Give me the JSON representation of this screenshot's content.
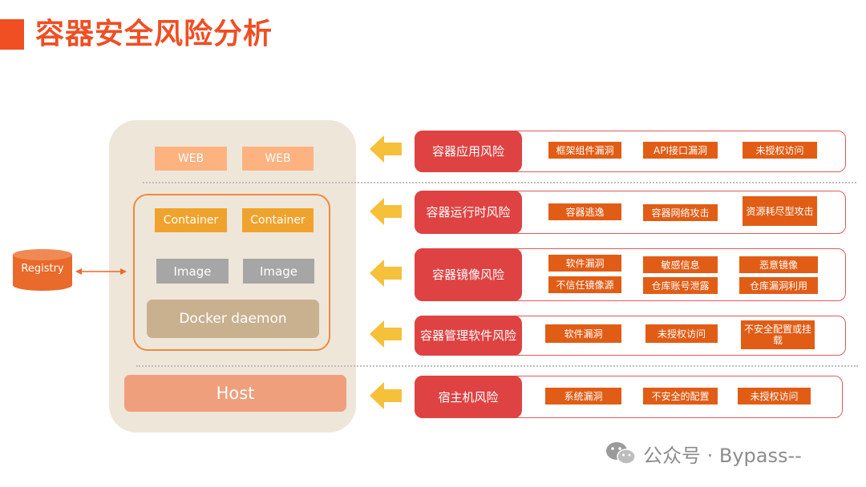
{
  "title": "容器安全风险分析",
  "stack": {
    "web_labels": [
      "WEB",
      "WEB"
    ],
    "container_labels": [
      "Container",
      "Container"
    ],
    "image_labels": [
      "Image",
      "Image"
    ],
    "daemon_label": "Docker daemon",
    "host_label": "Host"
  },
  "registry_label": "Registry",
  "risks": [
    {
      "label": "容器应用风险",
      "items": [
        "框架组件漏洞",
        "API接口漏洞",
        "未授权访问"
      ]
    },
    {
      "label": "容器运行时风险",
      "items": [
        "容器逃逸",
        "容器网络攻击",
        "资源耗尽型攻击"
      ]
    },
    {
      "label": "容器镜像风险",
      "items": [
        "软件漏洞",
        "敏感信息",
        "恶意镜像",
        "不信任镜像源",
        "仓库账号泄露",
        "仓库漏洞利用"
      ]
    },
    {
      "label": "容器管理软件风险",
      "items": [
        "软件漏洞",
        "未授权访问",
        "不安全配置或挂载"
      ]
    },
    {
      "label": "宿主机风险",
      "items": [
        "系统漏洞",
        "不安全的配置",
        "未授权访问"
      ]
    }
  ],
  "watermark": {
    "text": "公众号 · Bypass--",
    "icon": "wechat-icon"
  },
  "colors": {
    "title": "#f04e23",
    "risk_label": "#df4242",
    "risk_item": "#e15d16",
    "arrow": "#f5c03a",
    "registry": "#e96a2a"
  }
}
